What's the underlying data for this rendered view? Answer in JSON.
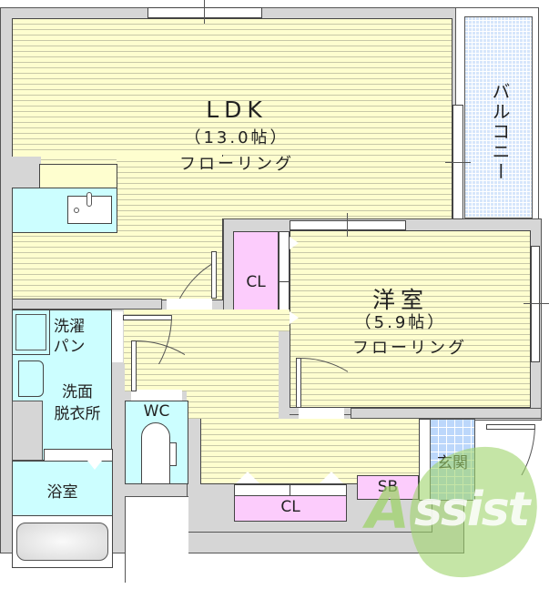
{
  "floorplan": {
    "rooms": {
      "ldk": {
        "name": "LDK",
        "size": "（13.0帖）",
        "floor": "フローリング"
      },
      "western": {
        "name": "洋室",
        "size": "（5.9帖）",
        "floor": "フローリング"
      },
      "balcony": {
        "name": "バルコニー"
      },
      "closet_main": {
        "name": "CL"
      },
      "closet_hall": {
        "name": "CL"
      },
      "washer": {
        "line1": "洗濯",
        "line2": "パン"
      },
      "washroom": {
        "line1": "洗面",
        "line2": "脱衣所"
      },
      "wc": {
        "name": "WC"
      },
      "bath": {
        "name": "浴室"
      },
      "entrance": {
        "name": "玄関"
      },
      "shoebox": {
        "name": "SB"
      }
    },
    "watermark": {
      "text": "Assist",
      "first_letter": "A",
      "rest": "ssist"
    },
    "colors": {
      "floor": "#fefecf",
      "wall": "#d6d6d6",
      "wet_area": "#ccfeff",
      "closet": "#fcccfc",
      "balcony": "#d6e6fb",
      "entrance": "#bcd7fb",
      "logo_green": "#9fd36a",
      "logo_red": "#f08a9a"
    }
  }
}
